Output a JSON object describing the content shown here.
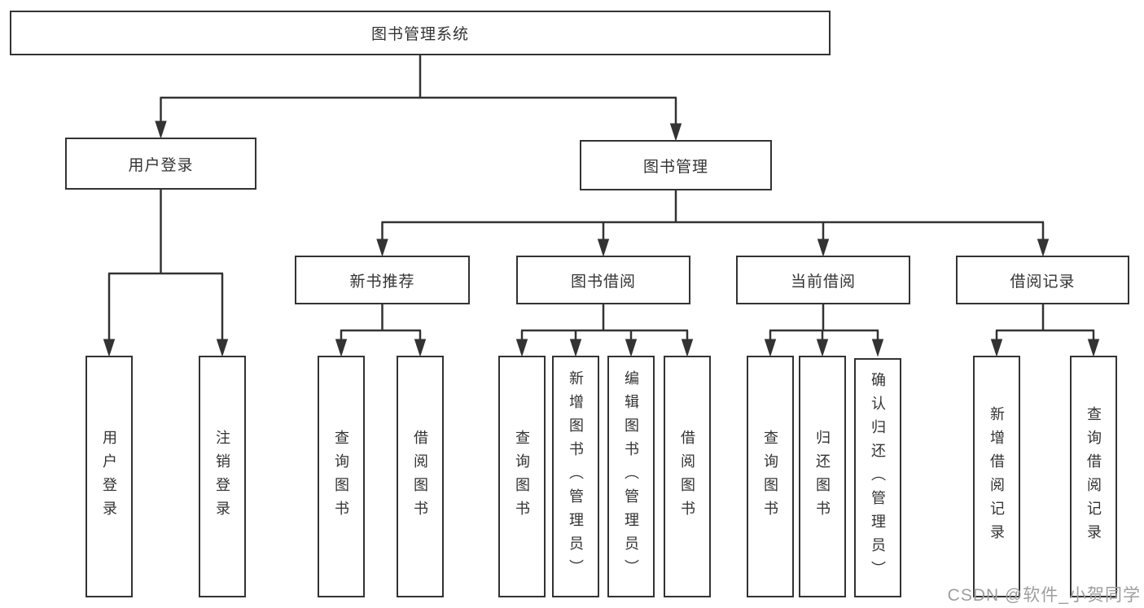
{
  "diagram": {
    "title": "图书管理系统",
    "colors": {
      "line": "#333333",
      "text": "#333333",
      "box_bg": "#ffffff",
      "watermark": "#9e9e9e"
    },
    "nodes": {
      "root": {
        "label": "图书管理系统"
      },
      "level2": [
        {
          "label": "用户登录"
        },
        {
          "label": "图书管理"
        }
      ],
      "level3": [
        {
          "label": "新书推荐"
        },
        {
          "label": "图书借阅"
        },
        {
          "label": "当前借阅"
        },
        {
          "label": "借阅记录"
        }
      ],
      "level4": [
        {
          "label": "用户登录"
        },
        {
          "label": "注销登录"
        },
        {
          "label": "查询图书"
        },
        {
          "label": "借阅图书"
        },
        {
          "label": "查询图书"
        },
        {
          "label": "新增图书（管理员）"
        },
        {
          "label": "编辑图书（管理员）"
        },
        {
          "label": "借阅图书"
        },
        {
          "label": "查询图书"
        },
        {
          "label": "归还图书"
        },
        {
          "label": "确认归还（管理员）"
        },
        {
          "label": "新增借阅记录"
        },
        {
          "label": "查询借阅记录"
        }
      ]
    },
    "watermark": "CSDN @软件_小贺同学"
  }
}
